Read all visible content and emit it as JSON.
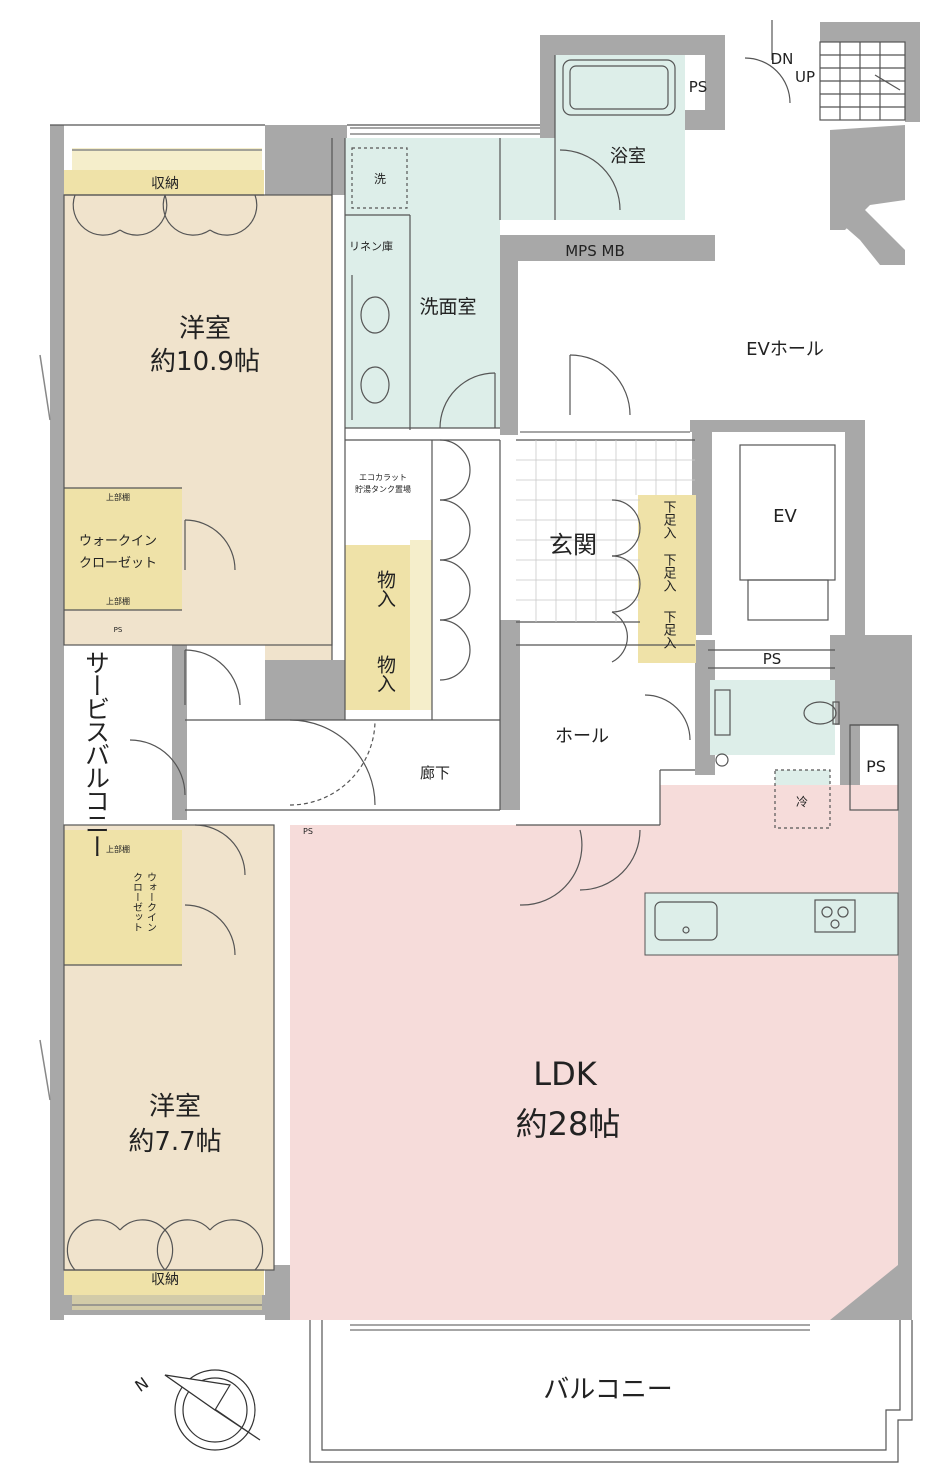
{
  "colors": {
    "wall": "#a8a8a8",
    "wall_dark": "#8e8e8e",
    "bedroom": "#f0e3cc",
    "storage": "#efe2a8",
    "wet_area": "#ddeee9",
    "ldk": "#f6dcda",
    "line": "#555555"
  },
  "rooms": {
    "bedroom1_name": "洋室",
    "bedroom1_size": "約10.9帖",
    "bedroom2_name": "洋室",
    "bedroom2_size": "約7.7帖",
    "ldk_name": "LDK",
    "ldk_size": "約28帖",
    "bath": "浴室",
    "washroom": "洗面室",
    "entrance": "玄関",
    "hall": "ホール",
    "corridor": "廊下",
    "ev_hall": "EVホール",
    "ev": "EV",
    "service_balcony": "サービスバルコニー",
    "balcony": "バルコニー"
  },
  "labels": {
    "storage_top": "収納",
    "storage_bottom": "収納",
    "upper_shelf_1": "上部棚",
    "upper_shelf_2": "上部棚",
    "upper_shelf_3": "上部棚",
    "wic_1_line1": "ウォークイン",
    "wic_1_line2": "クローゼット",
    "wic_2_col1": "ウォークイン",
    "wic_2_col2": "クローゼット",
    "linen": "リネン庫",
    "washer": "洗",
    "ecocute_line1": "エコカラット",
    "ecocute_line2": "貯湯タンク置場",
    "closet_a": "物入",
    "closet_b": "物入",
    "shoe_1": "下足入",
    "shoe_2": "下足入",
    "shoe_3": "下足入",
    "fridge": "冷",
    "mps_mb": "MPS MB",
    "dn": "DN",
    "up": "UP",
    "ps_top": "PS",
    "ps_wic": "PS",
    "ps_toilet": "PS",
    "ps_right": "PS",
    "ps_ldk": "PS",
    "north": "N"
  }
}
